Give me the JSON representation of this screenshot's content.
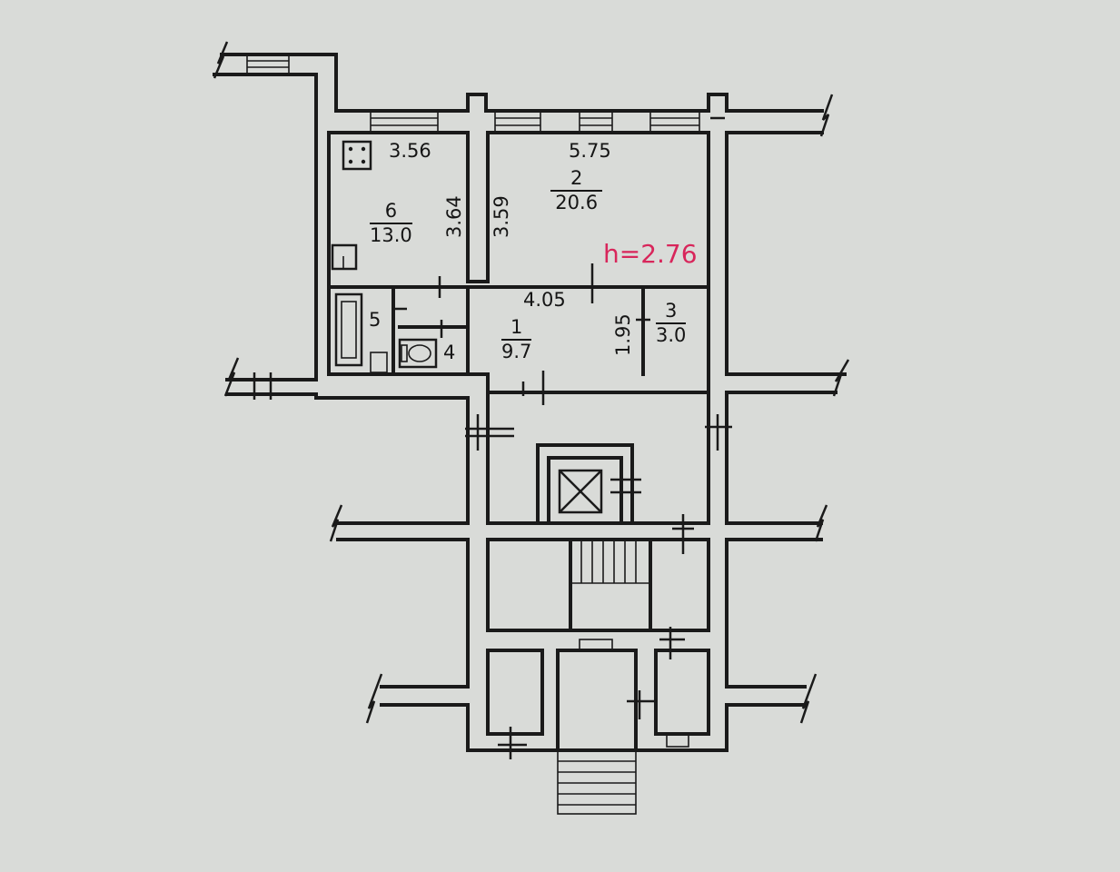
{
  "rooms": [
    {
      "id": "6",
      "area": "13.0"
    },
    {
      "id": "2",
      "area": "20.6"
    },
    {
      "id": "1",
      "area": "9.7"
    },
    {
      "id": "3",
      "area": "3.0"
    },
    {
      "id": "5"
    },
    {
      "id": "4"
    }
  ],
  "dimensions": {
    "room6_width": "3.56",
    "room6_depth": "3.64",
    "room2_width": "5.75",
    "room2_depth": "3.59",
    "room1_width": "4.05",
    "room1_depth": "1.95"
  },
  "ceiling_height": "h=2.76",
  "icons": [
    "stove-icon",
    "elevator-shaft-icon",
    "toilet-icon",
    "bathtub-icon",
    "stairs-icon"
  ],
  "colors": {
    "lines": "#1a1a1a",
    "annotation": "#d8265b",
    "paper": "#d9dbd8"
  }
}
